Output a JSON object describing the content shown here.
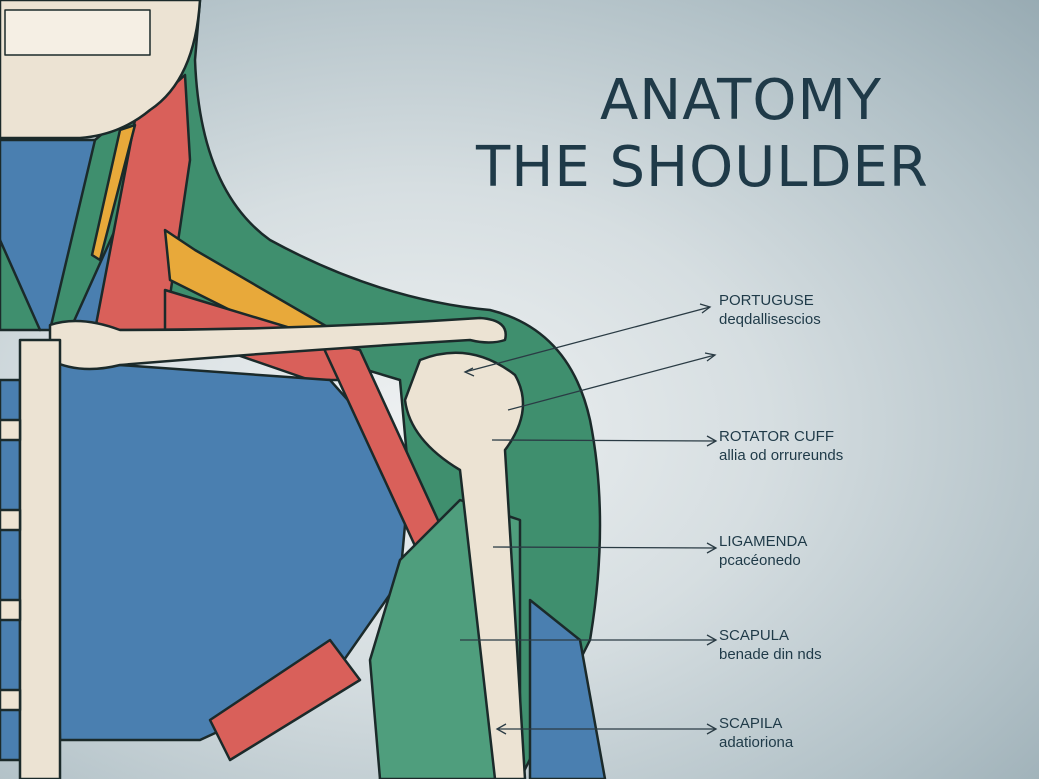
{
  "title": {
    "line1": "ANATOMY",
    "line2": "THE SHOULDER"
  },
  "labels": [
    {
      "heading": "PORTUGUSE",
      "sub": "deqdallisescios"
    },
    {
      "heading": "ROTATOR CUFF",
      "sub": "allia od orrureunds"
    },
    {
      "heading": "LIGAMENDA",
      "sub": "pcacéonedo"
    },
    {
      "heading": "SCAPULA",
      "sub": "benade din nds"
    },
    {
      "heading": "SCAPILA",
      "sub": "adatioriona"
    }
  ],
  "colors": {
    "muscle_green": "#3f8f6e",
    "muscle_blue": "#4a7fb0",
    "muscle_red": "#d9605a",
    "tendon_yellow": "#e8a93a",
    "bone": "#ece3d3",
    "title_text": "#1f3a48"
  }
}
